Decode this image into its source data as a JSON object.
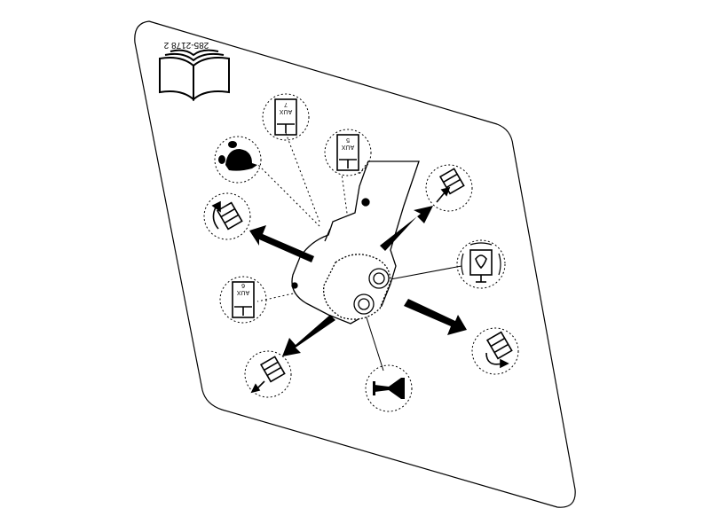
{
  "decal": {
    "part_number": "285-2178 2",
    "aux_left": {
      "aux": "AUX",
      "num": "6"
    },
    "aux_top_left": {
      "aux": "AUX",
      "num": "7"
    },
    "aux_top_mid": {
      "aux": "AUX",
      "num": "5"
    }
  },
  "icons": [
    "read-manual-icon",
    "aux-6-icon",
    "aux-7-icon",
    "aux-5-icon",
    "tilt-forward-icon",
    "rotate-left-icon",
    "rotate-right-icon",
    "tilt-back-icon",
    "horn-icon",
    "light-switch-icon",
    "crawler-icon"
  ]
}
